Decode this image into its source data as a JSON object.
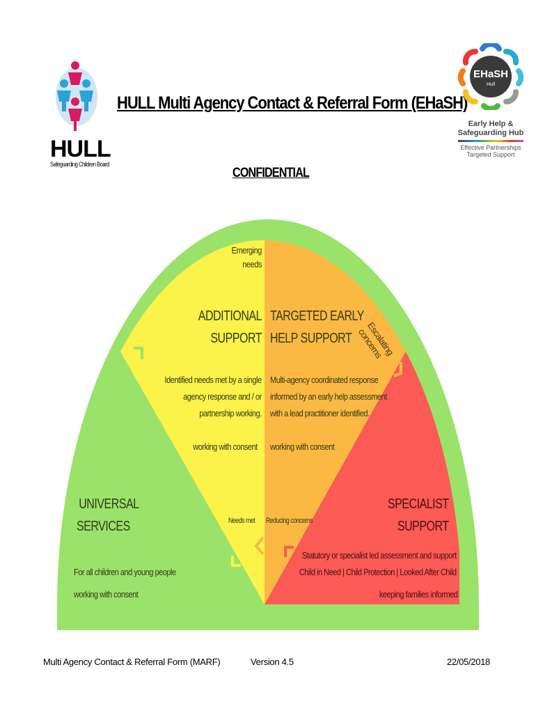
{
  "header": {
    "title": "HULL Multi Agency Contact & Referral Form (EHaSH)",
    "confidential": "CONFIDENTIAL",
    "left_logo": {
      "name": "HULL",
      "subtitle": "Safeguarding Children Board"
    },
    "right_logo": {
      "name": "EHaSH",
      "sub": "Hull",
      "line1": "Early Help &",
      "line2": "Safeguarding Hub",
      "tag1": "Effective Partnerships",
      "tag2": "Targeted Support"
    }
  },
  "diagram": {
    "colors": {
      "universal": "#9be26a",
      "additional": "#fbf24a",
      "targeted": "#fbb943",
      "specialist": "#fb5a55"
    },
    "emerging": [
      "Emerging",
      "needs"
    ],
    "escalating": "Escalating concerns",
    "needs_met": "Needs met",
    "reducing": "Reducing concerns",
    "additional": {
      "title": [
        "ADDITIONAL",
        "SUPPORT"
      ],
      "desc": [
        "Identified needs met by a single",
        "agency response and / or",
        "partnership working."
      ],
      "consent": "working with consent"
    },
    "targeted": {
      "title": [
        "TARGETED EARLY",
        "HELP SUPPORT"
      ],
      "desc": [
        "Multi-agency coordinated response",
        "informed by an early help assessment",
        "with a lead practitioner identified."
      ],
      "consent": "working with consent"
    },
    "universal": {
      "title": [
        "UNIVERSAL",
        "SERVICES"
      ],
      "desc": "For all children and young people",
      "consent": "working with consent"
    },
    "specialist": {
      "title": [
        "SPECIALIST",
        "SUPPORT"
      ],
      "desc": [
        "Statutory or specialist led assessment and support",
        "Child in Need | Child Protection | Looked After Child"
      ],
      "note": "keeping families informed"
    }
  },
  "footer": {
    "form": "Multi Agency Contact & Referral Form (MARF)",
    "version": "Version 4.5",
    "date": "22/05/2018"
  }
}
